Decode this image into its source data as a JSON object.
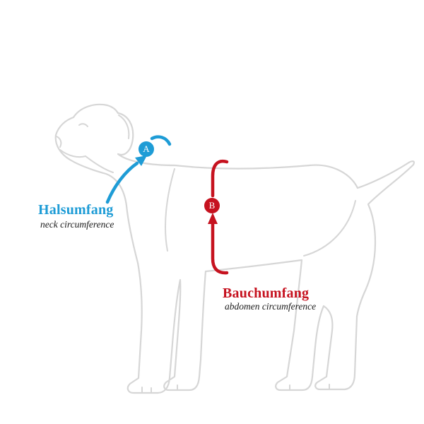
{
  "page": {
    "background_color": "#ffffff",
    "illustration": "dog-side-outline",
    "outline_color": "#d6d6d6"
  },
  "measurements": [
    {
      "id": "A",
      "label": "Halsumfang",
      "sublabel": "neck circumference",
      "color": "#1e9cd6",
      "region": "neck"
    },
    {
      "id": "B",
      "label": "Bauchumfang",
      "sublabel": "abdomen circumference",
      "color": "#c6121f",
      "region": "abdomen"
    }
  ]
}
